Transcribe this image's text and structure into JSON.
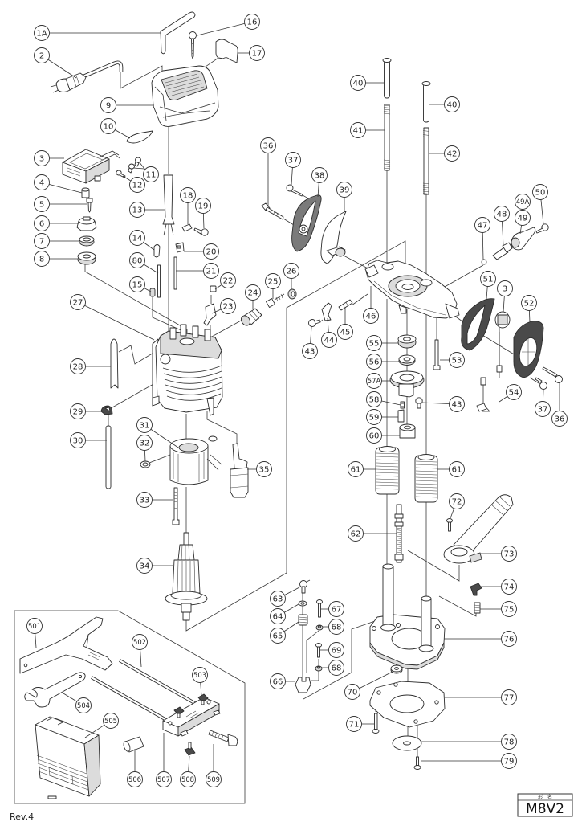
{
  "document": {
    "revision": "Rev.4"
  },
  "title_block": {
    "header": "形　名",
    "model": "M8V2"
  },
  "callouts": [
    "1A",
    "2",
    "16",
    "17",
    "9",
    "10",
    "3",
    "11",
    "12",
    "4",
    "5",
    "6",
    "7",
    "8",
    "13",
    "18",
    "19",
    "14",
    "20",
    "80",
    "21",
    "15",
    "22",
    "23",
    "24",
    "25",
    "26",
    "27",
    "28",
    "29",
    "30",
    "31",
    "32",
    "35",
    "33",
    "34",
    "36",
    "37",
    "38",
    "39",
    "40",
    "40",
    "41",
    "42",
    "49A",
    "50",
    "49",
    "48",
    "47",
    "43",
    "44",
    "45",
    "46",
    "51",
    "3",
    "52",
    "55",
    "56",
    "53",
    "57A",
    "58",
    "43",
    "54",
    "59",
    "37",
    "36",
    "60",
    "61",
    "61",
    "72",
    "62",
    "73",
    "63",
    "74",
    "64",
    "67",
    "75",
    "65",
    "68",
    "76",
    "69",
    "68",
    "66",
    "70",
    "77",
    "71",
    "78",
    "79",
    "501",
    "502",
    "503",
    "504",
    "505",
    "506",
    "507",
    "508",
    "509"
  ]
}
